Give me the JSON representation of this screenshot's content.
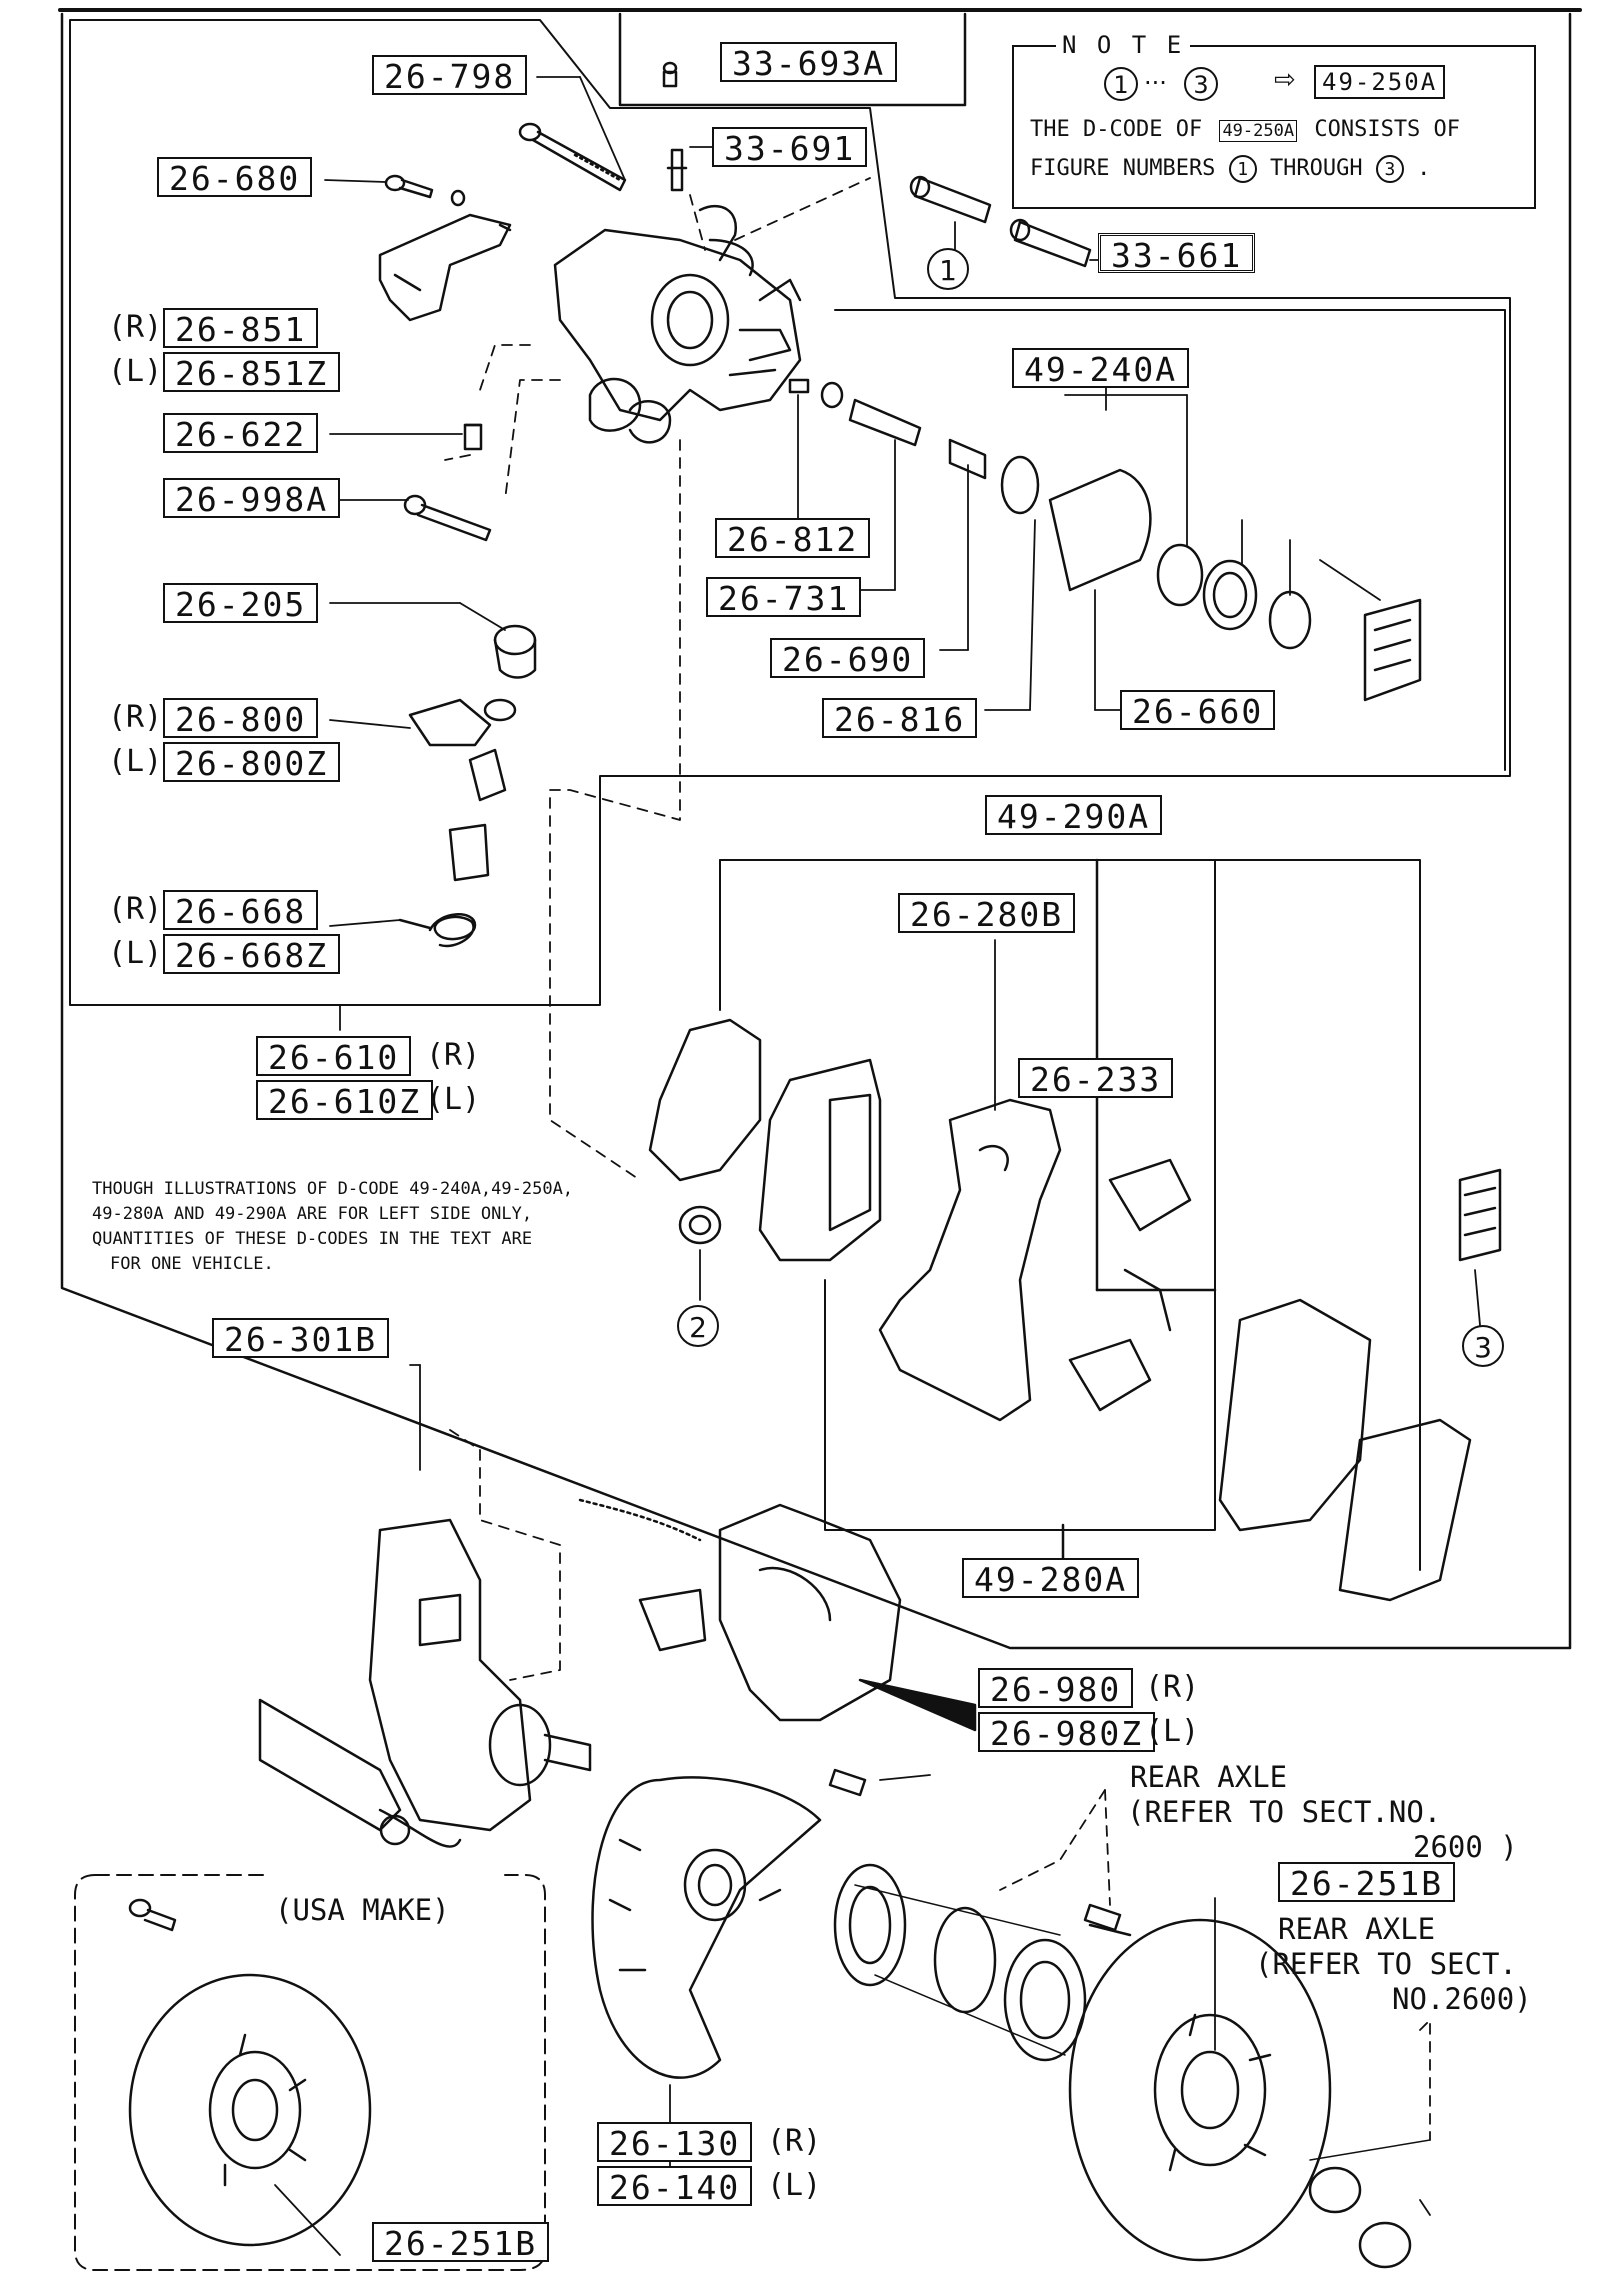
{
  "note": {
    "title": "N O T E",
    "range_start": "1",
    "range_end": "3",
    "range_sep": "···",
    "arrow": "⇨",
    "dcode": "49-250A",
    "line1_prefix": "THE D-CODE OF",
    "line1_code": "49-250A",
    "line1_suffix": "CONSISTS OF",
    "line2_prefix": "FIGURE NUMBERS",
    "line2_mid": "THROUGH",
    "line2_end": "."
  },
  "parts": {
    "p26_798": "26-798",
    "p33_693A": "33-693A",
    "p33_691": "33-691",
    "p26_680": "26-680",
    "p33_661": "33-661",
    "p26_851": "26-851",
    "p26_851Z": "26-851Z",
    "p26_622": "26-622",
    "p26_998A": "26-998A",
    "p49_240A": "49-240A",
    "p26_812": "26-812",
    "p26_731": "26-731",
    "p26_690": "26-690",
    "p26_816": "26-816",
    "p26_660": "26-660",
    "p26_205": "26-205",
    "p26_800": "26-800",
    "p26_800Z": "26-800Z",
    "p26_668": "26-668",
    "p26_668Z": "26-668Z",
    "p49_290A": "49-290A",
    "p26_280B": "26-280B",
    "p26_610": "26-610",
    "p26_610Z": "26-610Z",
    "p26_233": "26-233",
    "p26_301B": "26-301B",
    "p49_280A": "49-280A",
    "p26_980": "26-980",
    "p26_980Z": "26-980Z",
    "p26_251B_right": "26-251B",
    "p26_130": "26-130",
    "p26_140": "26-140",
    "p26_251B_left": "26-251B"
  },
  "sides": {
    "r": "(R)",
    "l": "(L)"
  },
  "callouts": {
    "one": "1",
    "two": "2",
    "three": "3"
  },
  "footnote": {
    "line1": "THOUGH ILLUSTRATIONS OF D-CODE 49-240A,49-250A,",
    "line2": "49-280A AND 49-290A ARE FOR LEFT SIDE ONLY,",
    "line3": "QUANTITIES OF THESE D-CODES IN THE TEXT ARE",
    "line4": "FOR ONE VEHICLE."
  },
  "rear_axle_upper": {
    "line1": "REAR AXLE",
    "line2": "(REFER TO SECT.NO.",
    "line3": "2600 )"
  },
  "rear_axle_lower": {
    "line1": "REAR AXLE",
    "line2": "(REFER TO SECT.",
    "line3": "NO.2600)"
  },
  "usa_make": "(USA MAKE)"
}
